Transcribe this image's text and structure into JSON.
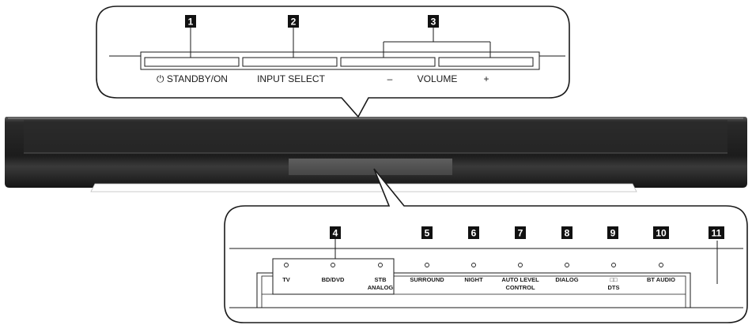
{
  "top_panel": {
    "callouts": [
      "1",
      "2",
      "3"
    ],
    "labels": {
      "standby": "⏻ STANDBY/ON",
      "input_select": "INPUT SELECT",
      "volume_minus": "–",
      "volume": "VOLUME",
      "volume_plus": "+"
    }
  },
  "front_panel": {
    "callouts": [
      "4",
      "5",
      "6",
      "7",
      "8",
      "9",
      "10",
      "11"
    ],
    "indicators": [
      {
        "line1": "TV",
        "line2": ""
      },
      {
        "line1": "BD/DVD",
        "line2": ""
      },
      {
        "line1": "STB",
        "line2": "ANALOG"
      },
      {
        "line1": "SURROUND",
        "line2": ""
      },
      {
        "line1": "NIGHT",
        "line2": ""
      },
      {
        "line1": "AUTO LEVEL",
        "line2": "CONTROL"
      },
      {
        "line1": "DIALOG",
        "line2": ""
      },
      {
        "line1": "□□",
        "line2": "DTS"
      },
      {
        "line1": "BT AUDIO",
        "line2": ""
      }
    ]
  }
}
